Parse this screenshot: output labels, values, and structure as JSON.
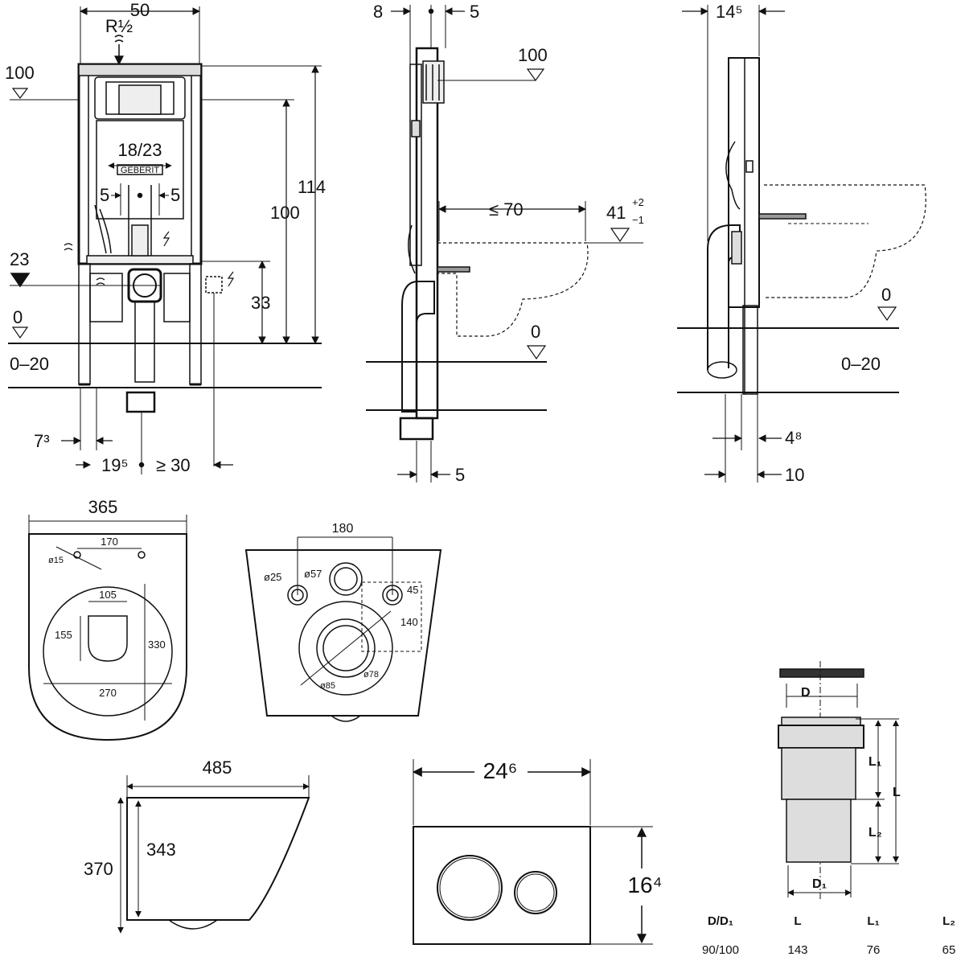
{
  "front_view": {
    "width": "50",
    "supply": "R½",
    "level_100": "100",
    "level_23": "23",
    "level_0": "0",
    "floor_range": "0–20",
    "button_spacing": "18/23",
    "button_gap_left": "5",
    "button_gap_right": "5",
    "height_114": "114",
    "height_100": "100",
    "height_33": "33",
    "offset_73": "7³",
    "offset_195": "19⁵",
    "offset_30": "≥ 30",
    "brand": "GEBERIT"
  },
  "side_view": {
    "dim_8": "8",
    "dim_5_top": "5",
    "level_100": "100",
    "projection": "≤ 70",
    "height_41": "41",
    "height_41_tol_plus": "+2",
    "height_41_tol_minus": "−1",
    "level_0": "0",
    "dim_5_bottom": "5"
  },
  "right_view": {
    "dim_145": "14⁵",
    "level_0": "0",
    "floor_range": "0–20",
    "dim_48": "4⁸",
    "dim_10": "10"
  },
  "top_view": {
    "width": "365",
    "bolt_spacing": "170",
    "bolt_dia": "ø15",
    "inner_width": "105",
    "inner_depth": "155",
    "bowl_depth": "330",
    "bowl_width": "270"
  },
  "rear_view": {
    "pipe_spacing": "180",
    "d25": "ø25",
    "d57": "ø57",
    "dim_45": "45",
    "dim_140": "140",
    "d85": "ø85",
    "d78": "ø78"
  },
  "bowl_side": {
    "length": "485",
    "height_370": "370",
    "height_343": "343"
  },
  "flush_plate": {
    "width": "24⁶",
    "height": "16⁴"
  },
  "connector": {
    "label_D": "D",
    "label_D1": "D₁",
    "label_L": "L",
    "label_L1": "L₁",
    "label_L2": "L₂",
    "headers": [
      "D/D₁",
      "L",
      "L₁",
      "L₂"
    ],
    "row": [
      "90/100",
      "143",
      "76",
      "65"
    ]
  }
}
